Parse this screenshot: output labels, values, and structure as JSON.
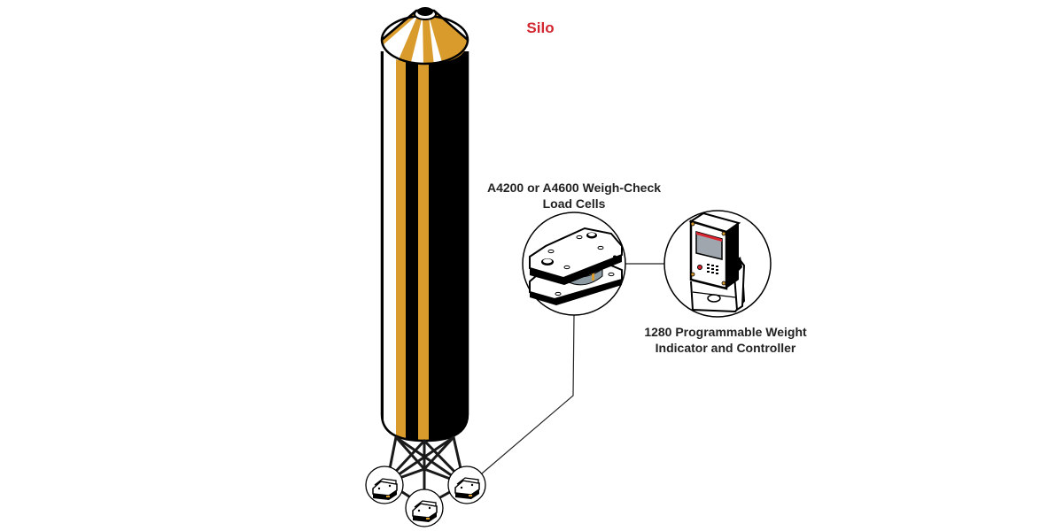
{
  "diagram": {
    "silo": {
      "label": "Silo",
      "label_color": "#d22630"
    },
    "load_cells": {
      "label_line1": "A4200 or A4600 Weigh-Check",
      "label_line2": "Load Cells"
    },
    "indicator": {
      "label_line1": "1280 Programmable Weight",
      "label_line2": "Indicator and Controller"
    },
    "colors": {
      "gold": "#d89b2c",
      "black": "#000000",
      "white": "#ffffff",
      "line": "#222222",
      "screen": "#9fa6ad",
      "screen_bar": "#d9232e",
      "seal_gray": "#8c9aa3"
    },
    "foot_load_cell_count": 3
  }
}
